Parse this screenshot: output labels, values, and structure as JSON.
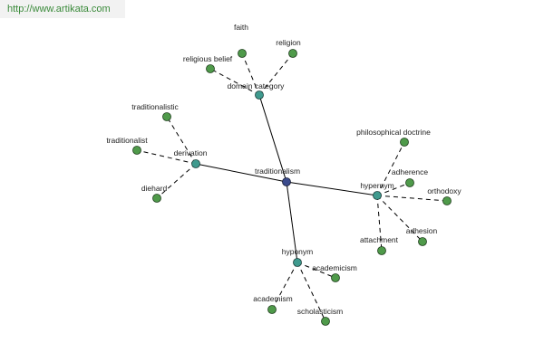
{
  "watermark": "http://www.artikata.com",
  "graph": {
    "center": "traditionalism",
    "hubs": [
      {
        "id": "domain",
        "label": "domain category"
      },
      {
        "id": "derivation",
        "label": "derivation"
      },
      {
        "id": "hypernym",
        "label": "hypernym"
      },
      {
        "id": "hyponym",
        "label": "hyponym"
      }
    ],
    "leaves": [
      {
        "hub": "domain",
        "label": "faith"
      },
      {
        "hub": "domain",
        "label": "religion"
      },
      {
        "hub": "domain",
        "label": "religious belief"
      },
      {
        "hub": "derivation",
        "label": "traditionalistic"
      },
      {
        "hub": "derivation",
        "label": "traditionalist"
      },
      {
        "hub": "derivation",
        "label": "diehard"
      },
      {
        "hub": "hypernym",
        "label": "philosophical doctrine"
      },
      {
        "hub": "hypernym",
        "label": "adherence"
      },
      {
        "hub": "hypernym",
        "label": "orthodoxy"
      },
      {
        "hub": "hypernym",
        "label": "adhesion"
      },
      {
        "hub": "hypernym",
        "label": "attachment"
      },
      {
        "hub": "hyponym",
        "label": "academicism"
      },
      {
        "hub": "hyponym",
        "label": "academism"
      },
      {
        "hub": "hyponym",
        "label": "scholasticism"
      }
    ],
    "colors": {
      "center": "#3b4b8c",
      "hub": "#3f9a8e",
      "leaf": "#4f9a4a"
    }
  }
}
